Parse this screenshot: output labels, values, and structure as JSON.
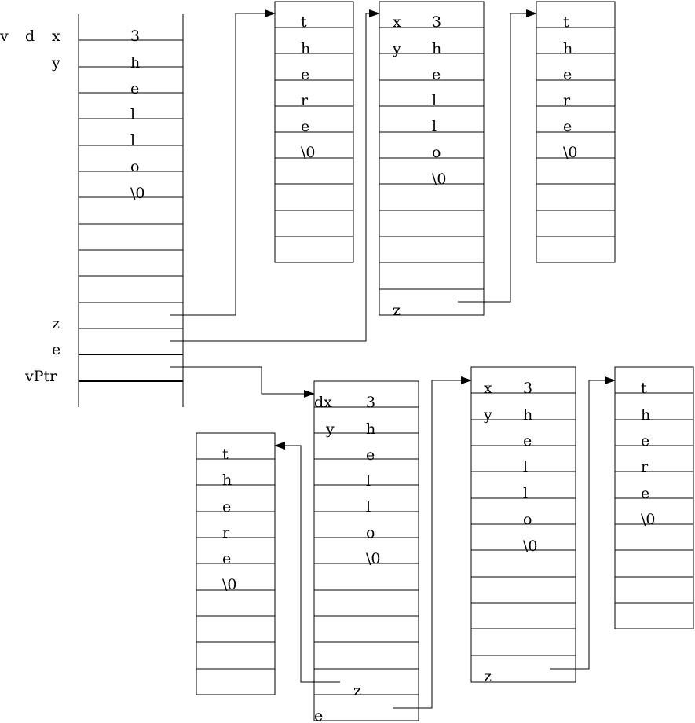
{
  "memory_blocks": {
    "main": {
      "labels": {
        "v": "v",
        "d": "d",
        "x": "x",
        "y": "y",
        "z": "z",
        "e": "e",
        "vptr": "vPtr"
      },
      "cells": [
        "3",
        "h",
        "e",
        "l",
        "l",
        "o",
        "\\0"
      ]
    },
    "there_1": {
      "cells": [
        "t",
        "h",
        "e",
        "r",
        "e",
        "\\0"
      ]
    },
    "d_obj_1": {
      "labels": {
        "x": "x",
        "y": "y",
        "z": "z"
      },
      "cells": [
        "3",
        "h",
        "e",
        "l",
        "l",
        "o",
        "\\0"
      ]
    },
    "there_2": {
      "cells": [
        "t",
        "h",
        "e",
        "r",
        "e",
        "\\0"
      ]
    },
    "there_3": {
      "cells": [
        "t",
        "h",
        "e",
        "r",
        "e",
        "\\0"
      ]
    },
    "v_obj": {
      "labels": {
        "dx": "dx",
        "y": "y",
        "z": "z",
        "e": "e"
      },
      "cells": [
        "3",
        "h",
        "e",
        "l",
        "l",
        "o",
        "\\0"
      ]
    },
    "d_obj_2": {
      "labels": {
        "x": "x",
        "y": "y",
        "z": "z"
      },
      "cells": [
        "3",
        "h",
        "e",
        "l",
        "l",
        "o",
        "\\0"
      ]
    },
    "there_4": {
      "cells": [
        "t",
        "h",
        "e",
        "r",
        "e",
        "\\0"
      ]
    }
  }
}
